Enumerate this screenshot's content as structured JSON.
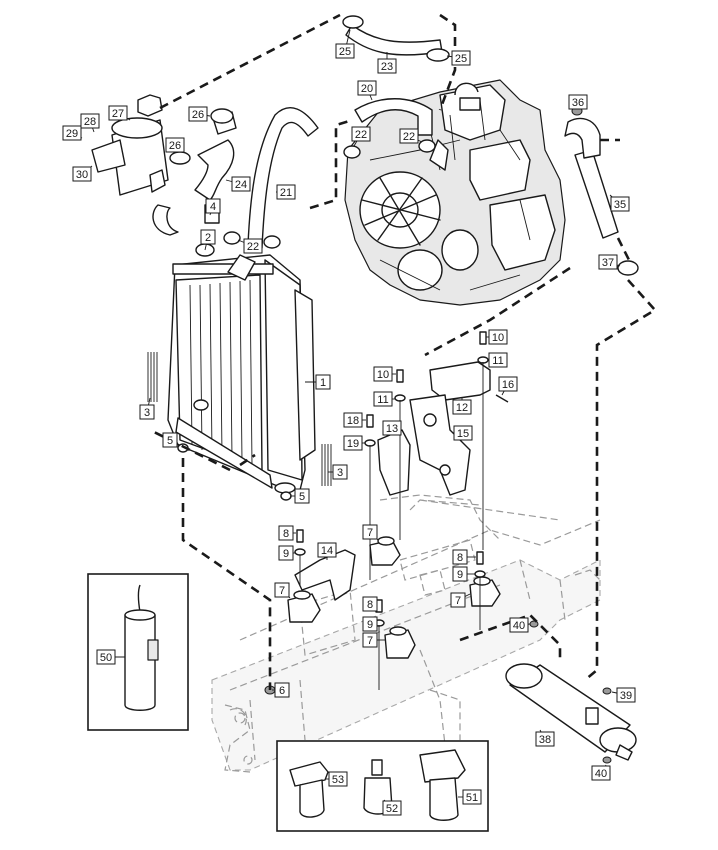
{
  "callouts": [
    "1",
    "2",
    "3",
    "3",
    "4",
    "5",
    "5",
    "6",
    "7",
    "7",
    "7",
    "7",
    "8",
    "8",
    "8",
    "9",
    "9",
    "9",
    "10",
    "10",
    "11",
    "11",
    "12",
    "13",
    "14",
    "15",
    "16",
    "18",
    "19",
    "20",
    "21",
    "22",
    "22",
    "22",
    "23",
    "24",
    "25",
    "25",
    "26",
    "26",
    "27",
    "28",
    "29",
    "30",
    "35",
    "36",
    "37",
    "38",
    "39",
    "40",
    "40",
    "50",
    "51",
    "52",
    "53"
  ],
  "colors": {
    "ink": "#1a1a1a",
    "chassis": "#9a9a9a",
    "background": "#ffffff"
  }
}
